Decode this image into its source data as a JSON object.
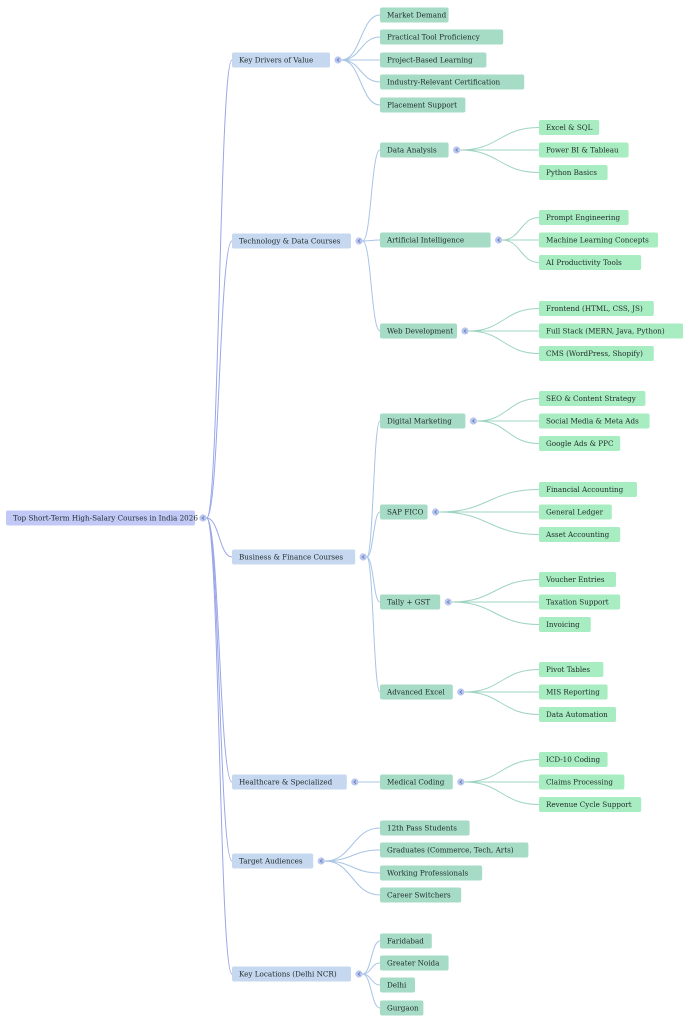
{
  "colors": {
    "root": "#c3c9f7",
    "level1": "#c5d8f0",
    "level2": "#a6dcc6",
    "level3": "#a8ecc1",
    "edge_root": "#9aa6e8",
    "edge_l1": "#a8c4e6",
    "edge_l2": "#9fd5c0",
    "toggle": "#b9c6ee"
  },
  "root": {
    "label": "Top Short-Term High-Salary Courses in India 2026",
    "children": [
      {
        "label": "Key Drivers of Value",
        "children": [
          {
            "label": "Market Demand"
          },
          {
            "label": "Practical Tool Proficiency"
          },
          {
            "label": "Project-Based Learning"
          },
          {
            "label": "Industry-Relevant Certification"
          },
          {
            "label": "Placement Support"
          }
        ]
      },
      {
        "label": "Technology & Data Courses",
        "children": [
          {
            "label": "Data Analysis",
            "children": [
              {
                "label": "Excel & SQL"
              },
              {
                "label": "Power BI & Tableau"
              },
              {
                "label": "Python Basics"
              }
            ]
          },
          {
            "label": "Artificial Intelligence",
            "children": [
              {
                "label": "Prompt Engineering"
              },
              {
                "label": "Machine Learning Concepts"
              },
              {
                "label": "AI Productivity Tools"
              }
            ]
          },
          {
            "label": "Web Development",
            "children": [
              {
                "label": "Frontend (HTML, CSS, JS)"
              },
              {
                "label": "Full Stack (MERN, Java, Python)"
              },
              {
                "label": "CMS (WordPress, Shopify)"
              }
            ]
          }
        ]
      },
      {
        "label": "Business & Finance Courses",
        "children": [
          {
            "label": "Digital Marketing",
            "children": [
              {
                "label": "SEO & Content Strategy"
              },
              {
                "label": "Social Media & Meta Ads"
              },
              {
                "label": "Google Ads & PPC"
              }
            ]
          },
          {
            "label": "SAP FICO",
            "children": [
              {
                "label": "Financial Accounting"
              },
              {
                "label": "General Ledger"
              },
              {
                "label": "Asset Accounting"
              }
            ]
          },
          {
            "label": "Tally + GST",
            "children": [
              {
                "label": "Voucher Entries"
              },
              {
                "label": "Taxation Support"
              },
              {
                "label": "Invoicing"
              }
            ]
          },
          {
            "label": "Advanced Excel",
            "children": [
              {
                "label": "Pivot Tables"
              },
              {
                "label": "MIS Reporting"
              },
              {
                "label": "Data Automation"
              }
            ]
          }
        ]
      },
      {
        "label": "Healthcare & Specialized",
        "children": [
          {
            "label": "Medical Coding",
            "children": [
              {
                "label": "ICD-10 Coding"
              },
              {
                "label": "Claims Processing"
              },
              {
                "label": "Revenue Cycle Support"
              }
            ]
          }
        ]
      },
      {
        "label": "Target Audiences",
        "children": [
          {
            "label": "12th Pass Students"
          },
          {
            "label": "Graduates (Commerce, Tech, Arts)"
          },
          {
            "label": "Working Professionals"
          },
          {
            "label": "Career Switchers"
          }
        ]
      },
      {
        "label": "Key Locations (Delhi NCR)",
        "children": [
          {
            "label": "Faridabad"
          },
          {
            "label": "Greater Noida"
          },
          {
            "label": "Delhi"
          },
          {
            "label": "Gurgaon"
          }
        ]
      }
    ]
  }
}
